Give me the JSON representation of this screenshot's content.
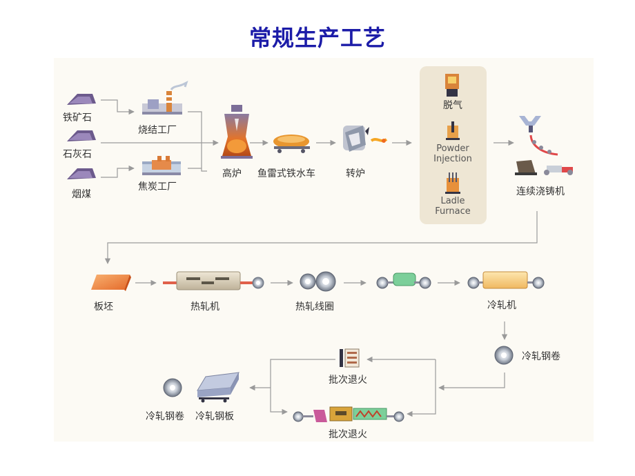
{
  "title": "常规生产工艺",
  "labels": {
    "iron_ore": "铁矿石",
    "limestone": "石灰石",
    "coal": "烟煤",
    "sinter_plant": "烧结工厂",
    "coke_plant": "焦炭工厂",
    "blast_furnace": "高炉",
    "torpedo_car": "鱼雷式铁水车",
    "converter": "转炉",
    "degassing": "脱气",
    "powder_injection_1": "Powder",
    "powder_injection_2": "Injection",
    "ladle_furnace_1": "Ladle",
    "ladle_furnace_2": "Furnace",
    "continuous_caster": "连续浇铸机",
    "slab": "板坯",
    "hot_rolling_mill": "热轧机",
    "hot_rolled_coil": "热轧线圈",
    "cold_rolling_mill": "冷轧机",
    "cold_rolled_coil_right": "冷轧钢卷",
    "batch_annealing_top": "批次退火",
    "batch_annealing_bottom": "批次退火",
    "cold_rolled_coil_left": "冷轧钢卷",
    "cold_rolled_sheet": "冷轧钢板"
  },
  "colors": {
    "title": "#1c1ca8",
    "arrow": "#9a9a9a",
    "panel": "#fcfaf4",
    "refine_box": "#eee6d4"
  }
}
